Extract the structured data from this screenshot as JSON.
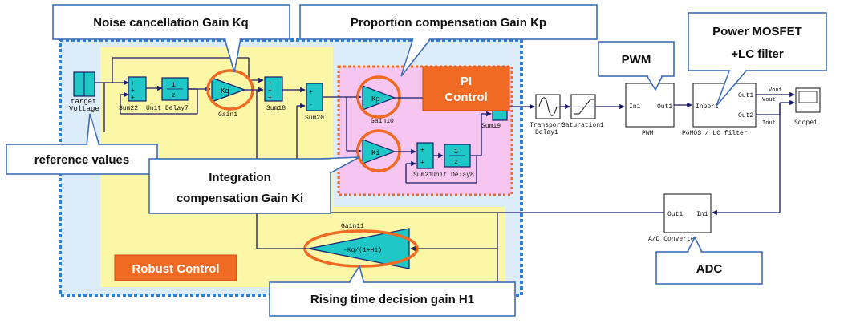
{
  "callouts": {
    "noise": "Noise cancellation Gain Kq",
    "proportion": "Proportion compensation Gain Kp",
    "pwm": "PWM",
    "mosfet_line1": "Power MOSFET",
    "mosfet_line2": "+LC filter",
    "reference": "reference values",
    "integration_line1": "Integration",
    "integration_line2": "compensation Gain Ki",
    "rising": "Rising time decision gain H1",
    "adc": "ADC"
  },
  "region_titles": {
    "pi_line1": "PI",
    "pi_line2": "Control",
    "robust": "Robust Control"
  },
  "blocks": {
    "target_label1": "target",
    "target_label2": "Voltage",
    "sum22": "Sum22",
    "unit_delay7": "Unit Delay7",
    "delay_top": "1",
    "delay_bot": "z",
    "kq": "Kq",
    "gain1": "Gain1",
    "sum18": "Sum18",
    "sum20": "Sum20",
    "kp": "Kp",
    "gain10": "Gain10",
    "ki": "Ki",
    "sum21": "Sum21",
    "unit_delay8": "Unit Delay8",
    "sum19": "Sum19",
    "transport1": "Transport",
    "transport2": "Delay1",
    "saturation": "Saturation1",
    "pwm_in": "In1",
    "pwm_out": "Out1",
    "pwm_name": "PWM",
    "mos_in": "Inport",
    "mos_out1": "Out1",
    "mos_out2": "Out2",
    "mos_name": "PoMOS / LC filter",
    "vout1": "Vout",
    "vout2": "Vout",
    "iout": "Iout",
    "scope": "Scope1",
    "gain11": "Gain11",
    "h1_expr": "-Kq/(1+H1)",
    "adc_out": "Out1",
    "adc_in": "In1",
    "adc_name": "A/D Converter"
  }
}
